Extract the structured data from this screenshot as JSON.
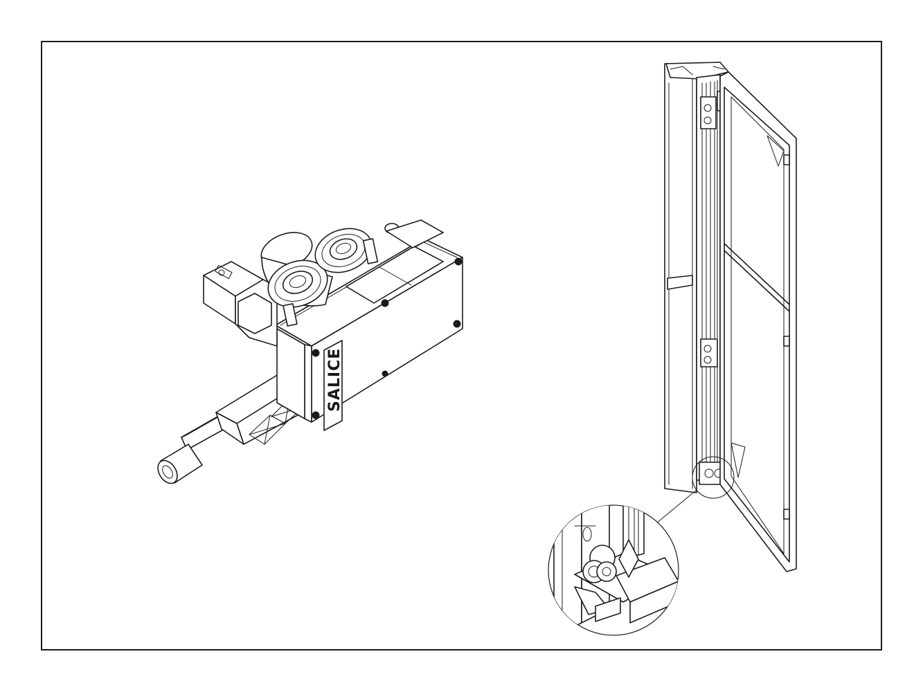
{
  "figure": {
    "brand_logo": "SALICE"
  },
  "colors": {
    "ink": "#1a1a1a",
    "paper": "#ffffff"
  },
  "icons": {
    "frame": "drawing-border",
    "left": "sliding-roller-carriage",
    "right": "pocket-door-cabinet",
    "detail": "magnified-detail-circle"
  }
}
